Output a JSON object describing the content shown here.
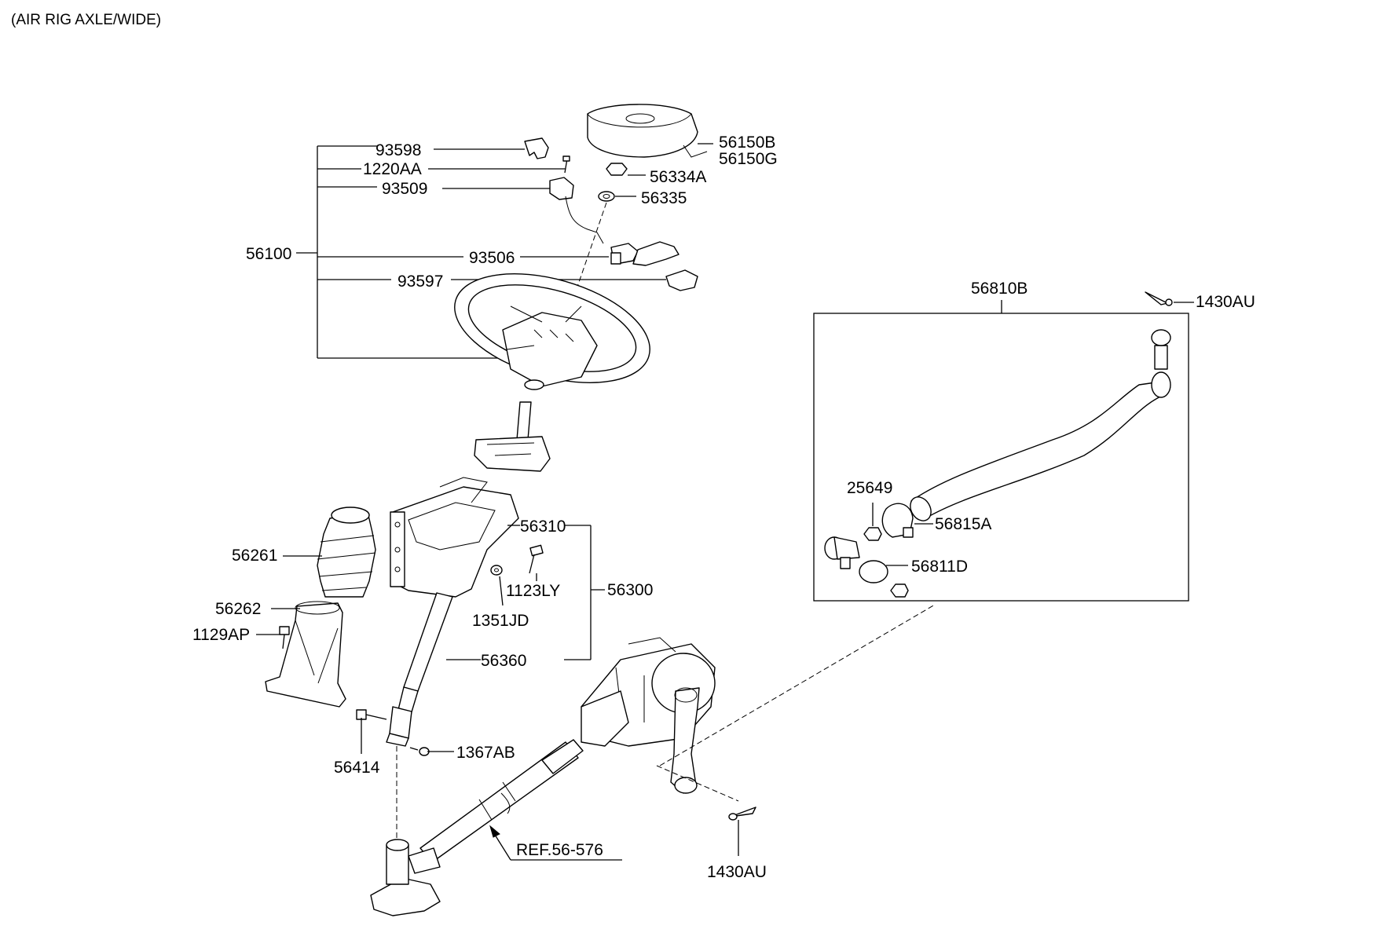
{
  "header": {
    "title": "(AIR RIG AXLE/WIDE)"
  },
  "labels": {
    "p93598": "93598",
    "p1220AA": "1220AA",
    "p93509": "93509",
    "p56100": "56100",
    "p93506": "93506",
    "p93597": "93597",
    "p56150B": "56150B",
    "p56150G": "56150G",
    "p56334A": "56334A",
    "p56335": "56335",
    "p56810B": "56810B",
    "p1430AU_top": "1430AU",
    "p25649": "25649",
    "p56815A": "56815A",
    "p56811D": "56811D",
    "p56310": "56310",
    "p56261": "56261",
    "p1123LY": "1123LY",
    "p56300": "56300",
    "p56262": "56262",
    "p1351JD": "1351JD",
    "p1129AP": "1129AP",
    "p56360": "56360",
    "p1367AB": "1367AB",
    "p56414": "56414",
    "pREF": "REF.56-576",
    "p1430AU_bottom": "1430AU"
  }
}
